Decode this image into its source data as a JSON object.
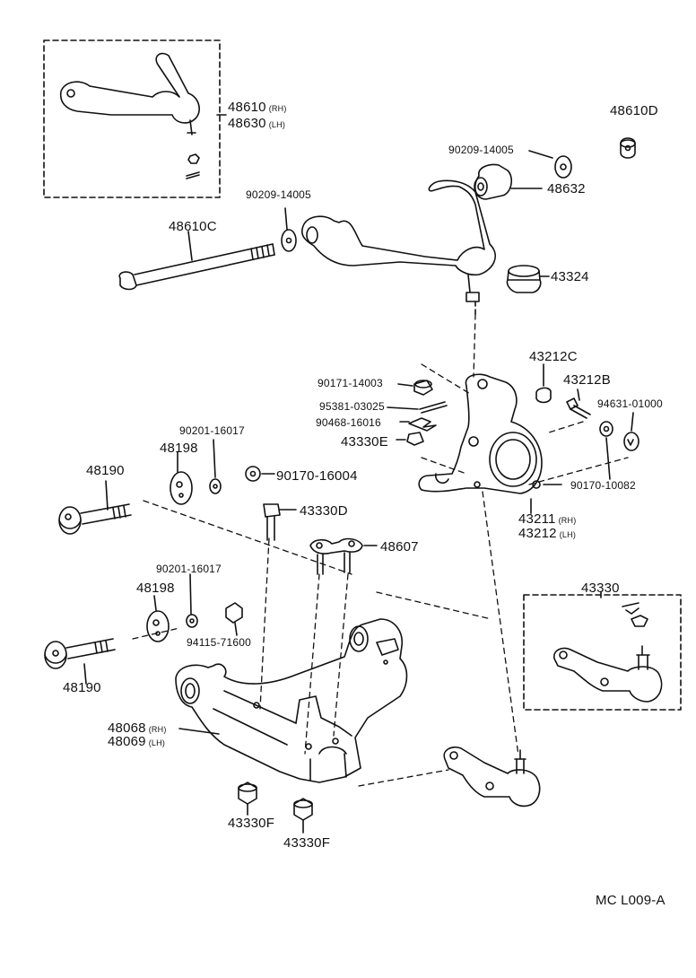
{
  "labels": {
    "l_48610": "48610",
    "l_48610_rh": "(RH)",
    "l_48630": "48630",
    "l_48630_lh": "(LH)",
    "l_48610D": "48610D",
    "l_90209_top": "90209-14005",
    "l_48632": "48632",
    "l_90209_mid": "90209-14005",
    "l_48610C": "48610C",
    "l_43324": "43324",
    "l_43212C": "43212C",
    "l_43212B": "43212B",
    "l_94631": "94631-01000",
    "l_90171": "90171-14003",
    "l_95381": "95381-03025",
    "l_90468": "90468-16016",
    "l_43330E": "43330E",
    "l_90170_10082": "90170-10082",
    "l_43211": "43211",
    "l_43211_rh": "(RH)",
    "l_43212": "43212",
    "l_43212_lh": "(LH)",
    "l_90201_top": "90201-16017",
    "l_48198_top": "48198",
    "l_48190_top": "48190",
    "l_90170_16004": "90170-16004",
    "l_43330D": "43330D",
    "l_48607": "48607",
    "l_43330": "43330",
    "l_90201_bot": "90201-16017",
    "l_48198_bot": "48198",
    "l_94115": "94115-71600",
    "l_48190_bot": "48190",
    "l_48068": "48068",
    "l_48068_rh": "(RH)",
    "l_48069": "48069",
    "l_48069_lh": "(LH)",
    "l_43330F_a": "43330F",
    "l_43330F_b": "43330F",
    "l_code": "MC L009-A"
  }
}
